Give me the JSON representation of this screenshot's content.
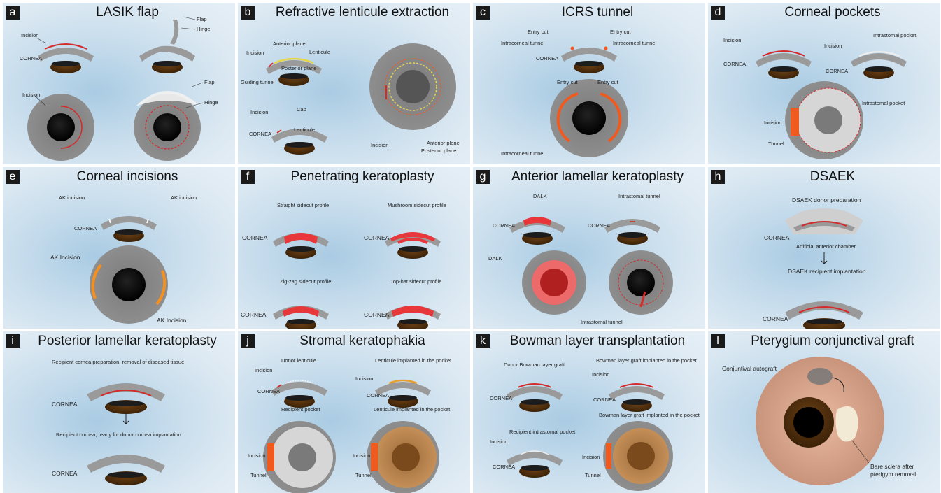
{
  "colors": {
    "cornea": "#9a9a9a",
    "lens": "#2a2a2a",
    "iris_brown": "#5a3410",
    "incision_red": "#d42a2a",
    "tunnel_orange": "#f05a1e",
    "graft_red": "#e8373a",
    "lenticule_yellow": "#e6d64a"
  },
  "panels": [
    {
      "letter": "a",
      "title": "LASIK flap",
      "labels": {
        "incision_top": "Incision",
        "cornea_top": "CORNEA",
        "flap_top": "Flap",
        "hinge_top": "Hinge",
        "incision_bottom": "Incision",
        "flap_bottom": "Flap",
        "hinge_bottom": "Hinge"
      }
    },
    {
      "letter": "b",
      "title": "Refractive lenticule extraction",
      "labels": {
        "anterior_plane": "Anterior plane",
        "lenticule": "Lenticule",
        "incision_1": "Incision",
        "posterior_plane": "Posterior plane",
        "guiding_tunnel": "Guiding tunnel",
        "cap": "Cap",
        "incision_2": "Incision",
        "cornea": "CORNEA",
        "lenticule_2": "Lenticule",
        "incision_3": "Incision",
        "anterior_plane_2": "Anterior plane",
        "posterior_plane_2": "Posterior plane"
      }
    },
    {
      "letter": "c",
      "title": "ICRS tunnel",
      "labels": {
        "entry_cut_1": "Entry cut",
        "entry_cut_2": "Entry cut",
        "tunnel_1": "Intracorneal tunnel",
        "tunnel_2": "Intracorneal tunnel",
        "cornea": "CORNEA",
        "entry_cut_3": "Entry cut",
        "entry_cut_4": "Entry cut",
        "tunnel_3": "Intracorneal tunnel"
      }
    },
    {
      "letter": "d",
      "title": "Corneal pockets",
      "labels": {
        "incision_1": "Incision",
        "cornea_1": "CORNEA",
        "pocket_1": "Intrastomal pocket",
        "incision_2": "Incision",
        "cornea_2": "CORNEA",
        "pocket_2": "Intrastomal pocket",
        "incision_3": "Incision",
        "tunnel": "Tunnel"
      }
    },
    {
      "letter": "e",
      "title": "Corneal incisions",
      "labels": {
        "ak_1": "AK incision",
        "ak_2": "AK incision",
        "cornea": "CORNEA",
        "ak_3": "AK Incision",
        "ak_4": "AK Incision"
      }
    },
    {
      "letter": "f",
      "title": "Penetrating keratoplasty",
      "labels": {
        "straight": "Straight sidecut profile",
        "mushroom": "Mushroom sidecut profile",
        "cornea_1": "CORNEA",
        "cornea_2": "CORNEA",
        "zigzag": "Zig-zag sidecut profile",
        "tophat": "Top-hat sidecut profile",
        "cornea_3": "CORNEA",
        "cornea_4": "CORNEA"
      }
    },
    {
      "letter": "g",
      "title": "Anterior lamellar keratoplasty",
      "labels": {
        "dalk_1": "DALK",
        "tunnel_1": "Intrastomal tunnel",
        "cornea_1": "CORNEA",
        "cornea_2": "CORNEA",
        "dalk_2": "DALK",
        "tunnel_2": "Intrastomal tunnel"
      }
    },
    {
      "letter": "h",
      "title": "DSAEK",
      "labels": {
        "donor_prep": "DSAEK donor preparation",
        "cornea_1": "CORNEA",
        "chamber": "Artificial anterior chamber",
        "recipient": "DSAEK recipient implantation",
        "cornea_2": "CORNEA"
      }
    },
    {
      "letter": "i",
      "title": "Posterior lamellar keratoplasty",
      "labels": {
        "recipient_prep": "Recipient cornea preparation, removal of diseased tissue",
        "cornea_1": "CORNEA",
        "recipient_ready": "Recipient cornea, ready for donor cornea implantation",
        "cornea_2": "CORNEA"
      }
    },
    {
      "letter": "j",
      "title": "Stromal keratophakia",
      "labels": {
        "donor_lenticule": "Donor lenticule",
        "lenticule_pocket": "Lenticule implanted in the pocket",
        "incision_1": "Incision",
        "incision_2": "Incision",
        "cornea_1": "CORNEA",
        "cornea_2": "CORNEA",
        "recipient_pocket": "Recipient pocket",
        "lenticule_pocket_2": "Lenticule implanted in the pocket",
        "incision_3": "Incision",
        "tunnel_1": "Tunnel",
        "incision_4": "Incision",
        "tunnel_2": "Tunnel"
      }
    },
    {
      "letter": "k",
      "title": "Bowman layer transplantation",
      "labels": {
        "donor_graft": "Donor Bowman layer graft",
        "graft_pocket": "Bowman layer graft implanted in the pocket",
        "incision_1": "Incision",
        "cornea_1": "CORNEA",
        "cornea_2": "CORNEA",
        "recipient_pocket": "Recipient intrastomal pocket",
        "graft_pocket_2": "Bowman layer graft implanted in the pocket",
        "incision_2": "Incision",
        "cornea_3": "CORNEA",
        "incision_3": "Incision",
        "tunnel": "Tunnel"
      }
    },
    {
      "letter": "l",
      "title": "Pterygium conjunctival graft",
      "labels": {
        "autograft": "Conjuntival autograft",
        "bare_sclera_1": "Bare sclera after",
        "bare_sclera_2": "pterigym removal"
      }
    }
  ]
}
